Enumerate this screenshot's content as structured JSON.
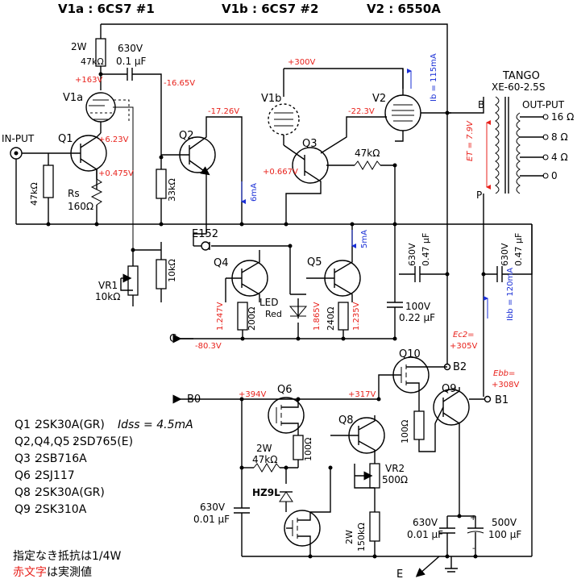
{
  "headers": {
    "v1a": "V1a : 6CS7 #1",
    "v1b": "V1b : 6CS7 #2",
    "v2": "V2 : 6550A"
  },
  "transformer": {
    "brand": "TANGO",
    "model": "XE-60-2.5S",
    "out_label": "OUT-PUT",
    "tap16": "16 Ω",
    "tap8": "8 Ω",
    "tap4": "4 Ω",
    "tap0": "0",
    "b": "B",
    "p": "P",
    "et": "ET = 7.9V"
  },
  "input_label": "IN-PUT",
  "parts": {
    "r2w": "2W",
    "r47k_top": "47kΩ",
    "c630_top": "630V",
    "c01_top": "0.1 μF",
    "v1a": "V1a",
    "v1b": "V1b",
    "v2": "V2",
    "q1": "Q1",
    "q2": "Q2",
    "q3": "Q3",
    "q4": "Q4",
    "q5": "Q5",
    "q6": "Q6",
    "q8": "Q8",
    "q9": "Q9",
    "q10": "Q10",
    "r47k_in": "47kΩ",
    "rs": "Rs",
    "r160": "160Ω",
    "r33k": "33kΩ",
    "r10k": "10kΩ",
    "vr1": "VR1",
    "vr1_val": "10kΩ",
    "r47k_fb": "47kΩ",
    "e152": "E152",
    "r200": "200Ω",
    "led": "LED",
    "led_red": "Red",
    "r240": "240Ω",
    "c100v": "100V",
    "c022": "0.22 μF",
    "c630_a": "630V",
    "c047_a": "0.47 μF",
    "c630_b": "630V",
    "c047_b": "0.47 μF",
    "r100_q10": "100Ω",
    "r2w_b": "2W",
    "r47k_b": "47kΩ",
    "r100_q6": "100Ω",
    "hz9l": "HZ9L",
    "vr2": "VR2",
    "vr2_val": "500Ω",
    "c630_c": "630V",
    "c001_c": "0.01 μF",
    "r2w_c": "2W",
    "r150k": "150kΩ",
    "c630_d": "630V",
    "c001_d": "0.01 μF",
    "c500v": "500V",
    "c100u": "100 μF",
    "b0": "B0",
    "b1": "B1",
    "b2": "B2",
    "c_node": "C",
    "e_node": "E"
  },
  "measurements": {
    "v163": "+163V",
    "vm1665": "-16.65V",
    "v623": "+6.23V",
    "v0475": "+0.475V",
    "vm1726": "-17.26V",
    "v300": "+300V",
    "vm223": "-22.3V",
    "v0667": "+0.667V",
    "v1247": "1.247V",
    "v1865": "1.865V",
    "v1235": "1.235V",
    "vm803": "-80.3V",
    "ec2": "Ec2=",
    "v305": "+305V",
    "ebb": "Ebb=",
    "v308": "+308V",
    "v394": "+394V",
    "v317": "+317V"
  },
  "currents": {
    "i6": "6mA",
    "i5": "5mA",
    "ib": "Ib = 115mA",
    "ibb": "Ibb = 120mA"
  },
  "legend": [
    {
      "ref": "Q1 :",
      "part": "2SK30A(GR)",
      "note": "Idss = 4.5mA"
    },
    {
      "ref": "Q2,Q4,Q5 :",
      "part": "2SD765(E)",
      "note": ""
    },
    {
      "ref": "Q3 :",
      "part": "2SB716A",
      "note": ""
    },
    {
      "ref": "Q6 :",
      "part": "2SJ117",
      "note": ""
    },
    {
      "ref": "Q8 :",
      "part": "2SK30A(GR)",
      "note": ""
    },
    {
      "ref": "Q9 :",
      "part": "2SK310A",
      "note": ""
    }
  ],
  "footnotes": {
    "line1": "指定なき抵抗は1/4W",
    "line2_red": "赤文字",
    "line2_rest": "は実測値"
  },
  "colors": {
    "measured": "#e8211b",
    "current": "#1a2fd6",
    "wire": "#000000"
  }
}
